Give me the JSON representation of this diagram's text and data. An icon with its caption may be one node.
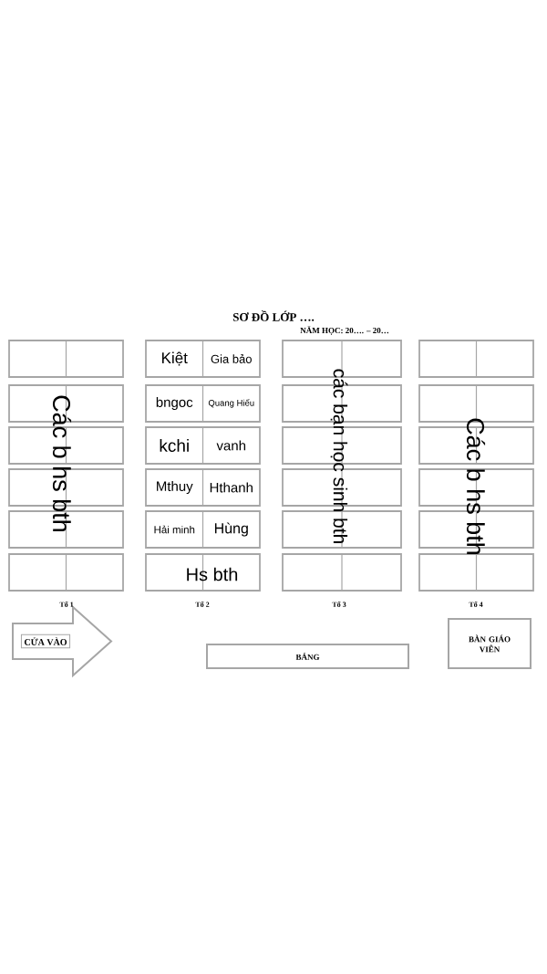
{
  "diagram": {
    "title": "SƠ ĐỒ LỚP ….",
    "nodes": [
      {
        "text": [],
        "shape": "box"
      },
      {
        "text": [],
        "shape": "box"
      },
      {
        "text": [],
        "shape": "box"
      },
      {
        "text": [],
        "shape": "box"
      },
      {
        "text": [],
        "shape": "box"
      },
      {
        "text": [],
        "shape": "box"
      },
      {
        "text": [
          "Kiệt",
          "Gia bảo"
        ]
      },
      {
        "text": [
          "bngoc",
          "Quang Hiếu"
        ]
      },
      {
        "text": [
          "kchi",
          "vanh"
        ]
      },
      {
        "text": [
          "Mthuy",
          "Hthanh"
        ]
      },
      {
        "text": [
          "Hải minh",
          "Hùng"
        ]
      },
      {
        "text": [
          "Hs bth"
        ]
      },
      {
        "text": [],
        "shape": "box"
      },
      {
        "text": [],
        "shape": "box"
      },
      {
        "text": [],
        "shape": "box"
      },
      {
        "text": [],
        "shape": "box"
      },
      {
        "text": [],
        "shape": "box"
      },
      {
        "text": [],
        "shape": "box"
      },
      {
        "text": [],
        "shape": "box"
      },
      {
        "text": [],
        "shape": "box"
      },
      {
        "text": [],
        "shape": "box"
      },
      {
        "text": [],
        "shape": "box"
      },
      {
        "text": [],
        "shape": "box"
      },
      {
        "text": [],
        "shape": "box"
      },
      {
        "text": [
          "CỬA VÀO"
        ]
      },
      {
        "text": [
          "BẢNG"
        ]
      },
      {
        "text": [
          "BÀN GIÁO VIÊN"
        ]
      }
    ],
    "labels": [
      "NĂM HỌC: 20…. – 20…",
      "Các b hs bth",
      "các bạn học sinh bth",
      "Các b hs bth",
      "Tổ 1",
      "Tổ 2",
      "Tổ 3",
      "Tổ 4"
    ]
  }
}
